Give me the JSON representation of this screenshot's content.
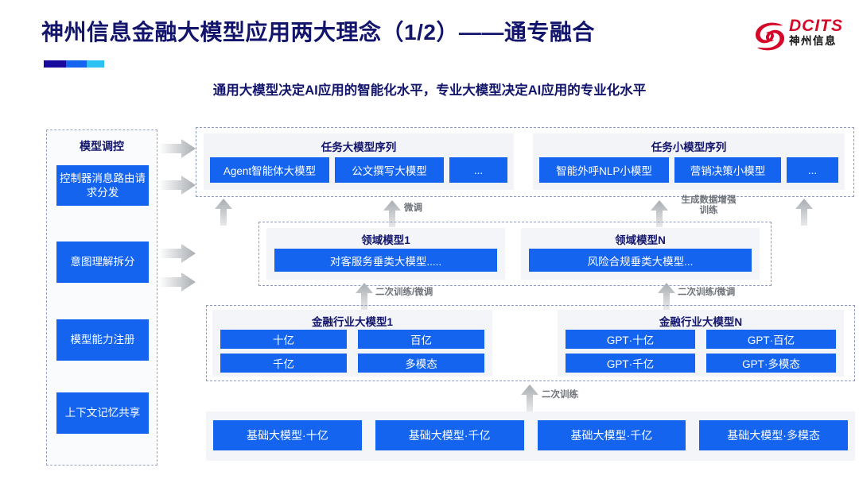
{
  "header": {
    "title": "神州信息金融大模型应用两大理念（1/2）——通专融合",
    "subtitle": "通用大模型决定AI应用的智能化水平，专业大模型决定AI应用的专业化水平",
    "accent_colors": [
      "#190a9e",
      "#1464ef",
      "#2bc1f2"
    ],
    "logo": {
      "en": "DCITS",
      "cn": "神州信息",
      "color": "#d6082a"
    }
  },
  "sidebar": {
    "title": "模型调控",
    "items": [
      {
        "label": "控制器消息路由请求分发"
      },
      {
        "label": "意图理解拆分"
      },
      {
        "label": "模型能力注册"
      },
      {
        "label": "上下文记忆共享"
      }
    ]
  },
  "arrows": {
    "side": [
      "flow-arrow-1",
      "flow-arrow-2",
      "flow-arrow-3",
      "flow-arrow-4"
    ]
  },
  "task_sequences": [
    {
      "title": "任务大模型序列",
      "items": [
        "Agent智能体大模型",
        "公文撰写大模型",
        "..."
      ]
    },
    {
      "title": "任务小模型序列",
      "items": [
        "智能外呼NLP小模型",
        "营销决策小模型",
        "..."
      ]
    }
  ],
  "domain_models": [
    {
      "title": "领域模型1",
      "item": "对客服务垂类大模型....."
    },
    {
      "title": "领域模型N",
      "item": "风险合规垂类大模型..."
    }
  ],
  "industry_models": [
    {
      "title": "金融行业大模型1",
      "items": [
        "十亿",
        "百亿",
        "千亿",
        "多模态"
      ]
    },
    {
      "title": "金融行业大模型N",
      "items": [
        "GPT·十亿",
        "GPT·百亿",
        "GPT·千亿",
        "GPT·多模态"
      ]
    }
  ],
  "base_models": [
    "基础大模型·十亿",
    "基础大模型·千亿",
    "基础大模型·千亿",
    "基础大模型·多模态"
  ],
  "captions": {
    "finetune": "微调",
    "data_aug_line1": "生成数据增强",
    "data_aug_line2": "训练",
    "retrain_finetune_left": "二次训练/微调",
    "retrain_finetune_right": "二次训练/微调",
    "retrain": "二次训练"
  },
  "colors": {
    "blue_box": "#1464ef",
    "dark_navy": "#12156b",
    "panel_bg": "#f4f5f8",
    "dashed_border": "#8e99c4",
    "arrow_gray": "#bfc3c7"
  }
}
